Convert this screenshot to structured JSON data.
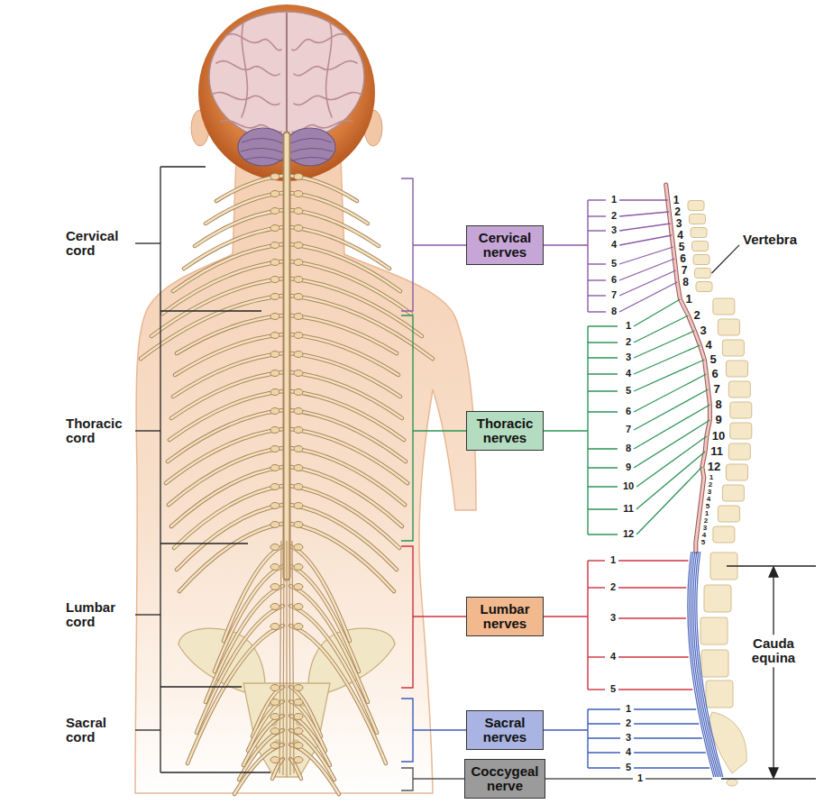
{
  "diagram": {
    "nodes": [
      {
        "text": [
          "Cervical nerves"
        ]
      },
      {
        "text": [
          "Thoracic nerves"
        ]
      },
      {
        "text": [
          "Lumbar nerves"
        ]
      },
      {
        "text": [
          "Sacral nerves"
        ]
      },
      {
        "text": [
          "Coccygeal nerve"
        ]
      }
    ],
    "labels": [
      "Cervical cord",
      "Thoracic cord",
      "Lumbar cord",
      "Sacral cord",
      "Vertebra",
      "Cauda equina",
      "1",
      "2",
      "3",
      "4",
      "5",
      "6",
      "7",
      "8",
      "1",
      "2",
      "3",
      "4",
      "5",
      "6",
      "7",
      "8",
      "9",
      "10",
      "11",
      "12",
      "1",
      "2",
      "3",
      "4",
      "5",
      "1",
      "2",
      "3",
      "4",
      "5",
      "1",
      "1",
      "2",
      "3",
      "4",
      "5",
      "6",
      "7",
      "8",
      "1",
      "2",
      "3",
      "4",
      "5",
      "6",
      "7",
      "8",
      "9",
      "10",
      "11",
      "12",
      "1",
      "2",
      "3",
      "4",
      "5",
      "1",
      "2",
      "3",
      "4",
      "5"
    ]
  }
}
